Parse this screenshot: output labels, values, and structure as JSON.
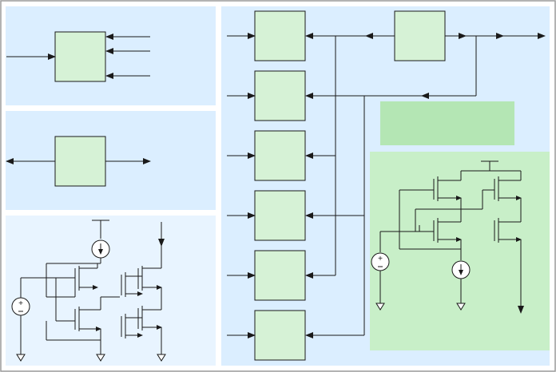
{
  "colors": {
    "panel_blue": "#dbeeff",
    "panel_blue_light": "#e8f4ff",
    "block_fill": "#d6f2d6",
    "highlight_fill": "#b4e6b4",
    "green_panel": "#c8efc8",
    "stroke": "#1a1a1a",
    "frame": "#9a9a9a"
  },
  "panels": [
    {
      "id": "top-left",
      "content": "block-with-three-inputs"
    },
    {
      "id": "middle-left",
      "content": "block-with-bidirectional-ports"
    },
    {
      "id": "bottom-left",
      "content": "transistor-level-circuit"
    },
    {
      "id": "right",
      "content": "six-block-bus-system"
    }
  ],
  "blocks": {
    "left_column": 2,
    "right_column": 6,
    "right_top": 1
  },
  "icons": [
    "current-source-icon",
    "voltage-source-icon",
    "ground-icon",
    "mosfet-icon",
    "arrow-icon"
  ]
}
